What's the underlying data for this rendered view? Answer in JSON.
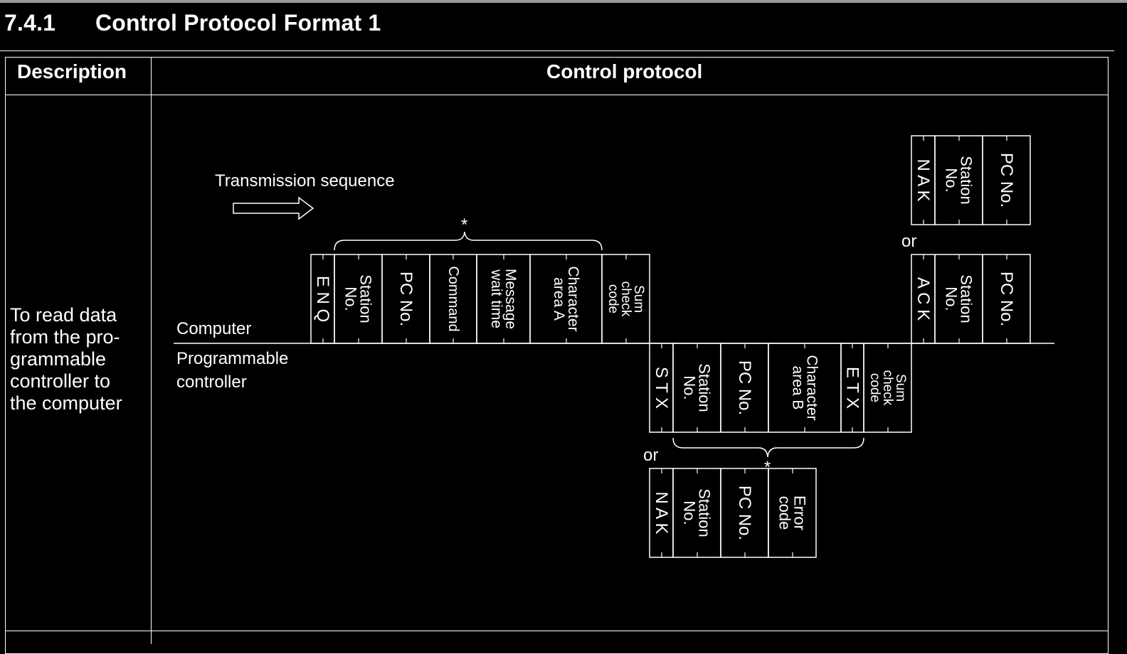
{
  "section": {
    "number": "7.4.1",
    "title": "Control Protocol Format 1"
  },
  "table": {
    "col_description": "Description",
    "col_protocol": "Control protocol",
    "description_lines": [
      "To read data",
      "from the pro-",
      "grammable",
      "controller to",
      "the computer"
    ]
  },
  "diagram": {
    "sequence_label": "Transmission sequence",
    "asterisk": "*",
    "or": "or",
    "computer_label": "Computer",
    "plc_label_lines": [
      "Programmable",
      "controller"
    ],
    "request": [
      {
        "lines": [
          "E N Q"
        ]
      },
      {
        "lines": [
          "Station",
          "No."
        ]
      },
      {
        "lines": [
          "PC No."
        ]
      },
      {
        "lines": [
          "Command"
        ]
      },
      {
        "lines": [
          "Message",
          "wait time"
        ]
      },
      {
        "lines": [
          "Character",
          "area A"
        ]
      },
      {
        "lines": [
          "Sum",
          "check",
          "code"
        ]
      }
    ],
    "response": [
      {
        "lines": [
          "S T X"
        ]
      },
      {
        "lines": [
          "Station",
          "No."
        ]
      },
      {
        "lines": [
          "PC No."
        ]
      },
      {
        "lines": [
          "Character",
          "area B"
        ]
      },
      {
        "lines": [
          "E T X"
        ]
      },
      {
        "lines": [
          "Sum",
          "check",
          "code"
        ]
      }
    ],
    "error_response": [
      {
        "lines": [
          "N A K"
        ]
      },
      {
        "lines": [
          "Station",
          "No."
        ]
      },
      {
        "lines": [
          "PC No."
        ]
      },
      {
        "lines": [
          "Error",
          "code"
        ]
      }
    ],
    "ack_response": [
      {
        "lines": [
          "A C K"
        ]
      },
      {
        "lines": [
          "Station",
          "No."
        ]
      },
      {
        "lines": [
          "PC No."
        ]
      }
    ],
    "nak_response": [
      {
        "lines": [
          "N A K"
        ]
      },
      {
        "lines": [
          "Station",
          "No."
        ]
      },
      {
        "lines": [
          "PC No."
        ]
      }
    ]
  }
}
